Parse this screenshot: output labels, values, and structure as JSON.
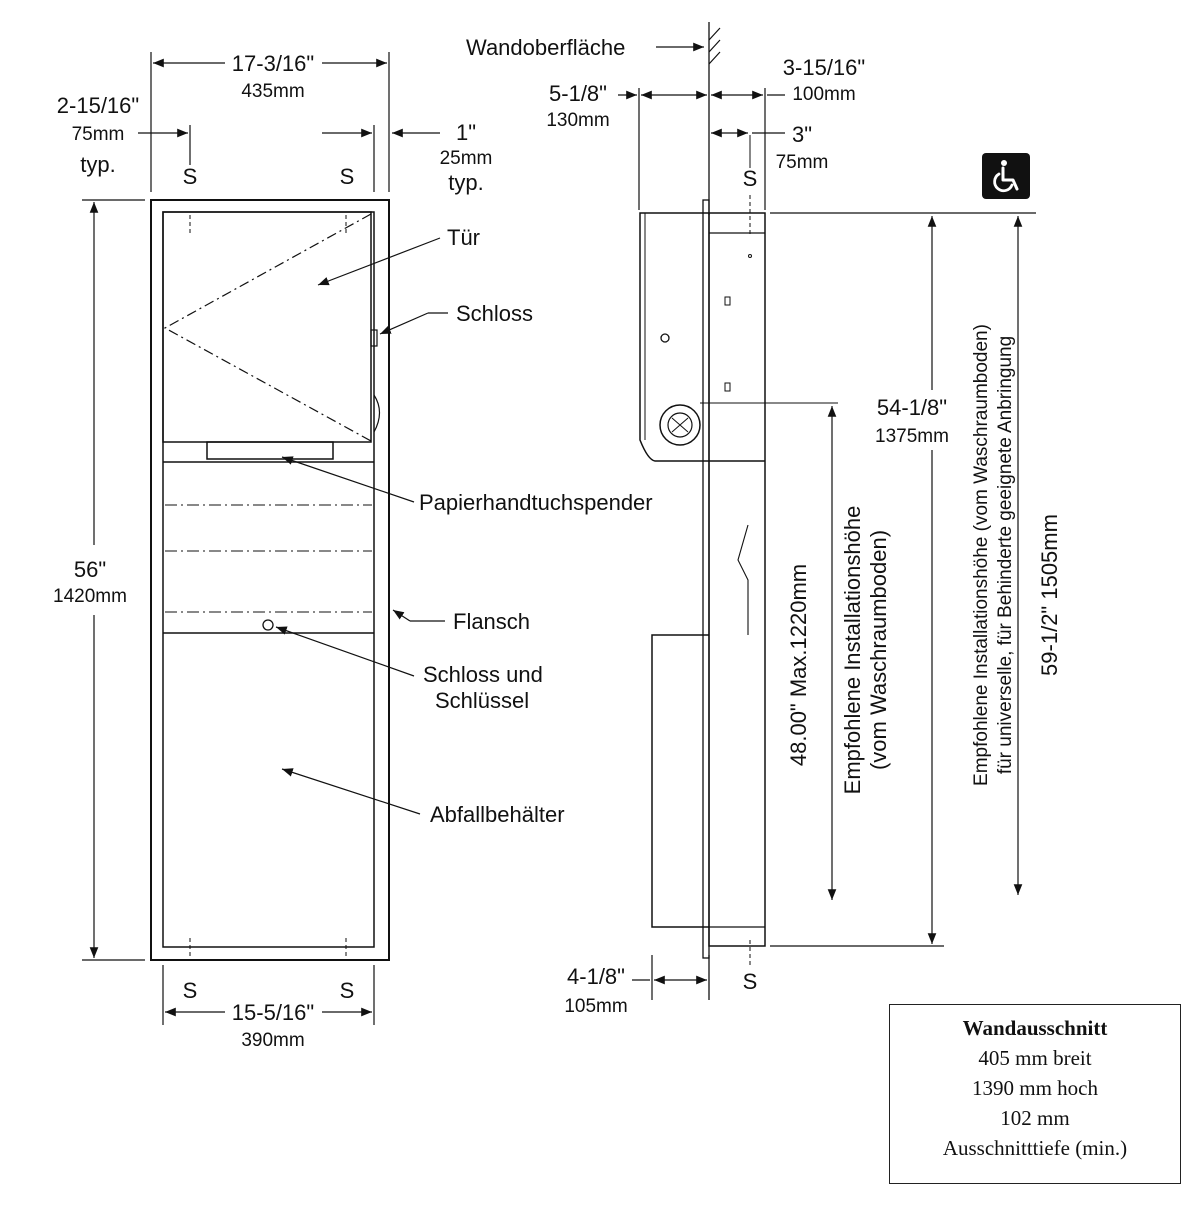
{
  "front": {
    "top_width_in": "17-3/16\"",
    "top_width_mm": "435mm",
    "side_offset_in": "2-15/16\"",
    "side_offset_mm": "75mm",
    "side_offset_typ": "typ.",
    "flange_in": "1\"",
    "flange_mm": "25mm",
    "flange_typ": "typ.",
    "height_in": "56\"",
    "height_mm": "1420mm",
    "bottom_width_in": "15-5/16\"",
    "bottom_width_mm": "390mm",
    "screw_mark": "S"
  },
  "callouts": {
    "door": "Tür",
    "lock": "Schloss",
    "towel": "Papierhandtuchspender",
    "flange": "Flansch",
    "lock_key_1": "Schloss und",
    "lock_key_2": "Schlüssel",
    "waste": "Abfallbehälter"
  },
  "side": {
    "wall_surface": "Wandoberfläche",
    "projection_in": "5-1/8\"",
    "projection_mm": "130mm",
    "depth_in": "3-15/16\"",
    "depth_mm": "100mm",
    "screw_offset_in": "3\"",
    "screw_offset_mm": "75mm",
    "bottom_proj_in": "4-1/8\"",
    "bottom_proj_mm": "105mm",
    "dispenser_height_in": "54-1/8\"",
    "dispenser_height_mm": "1375mm",
    "max_height": "48.00\" Max.1220mm",
    "rec_height_1": "Empfohlene Installationshöhe",
    "rec_height_2": "(vom Waschraumboden)",
    "rec_access_1": "Empfohlene Installationshöhe (vom Waschraumboden)",
    "rec_access_2": "für universelle, für Behinderte geeignete Anbringung",
    "overall_height": "59-1/2\" 1505mm",
    "screw_mark": "S",
    "accessibility_icon": "wheelchair-icon"
  },
  "cutout": {
    "title": "Wandausschnitt",
    "width": "405 mm breit",
    "height": "1390 mm hoch",
    "depth": "102 mm",
    "depth_note": "Ausschnitttiefe  (min.)"
  }
}
